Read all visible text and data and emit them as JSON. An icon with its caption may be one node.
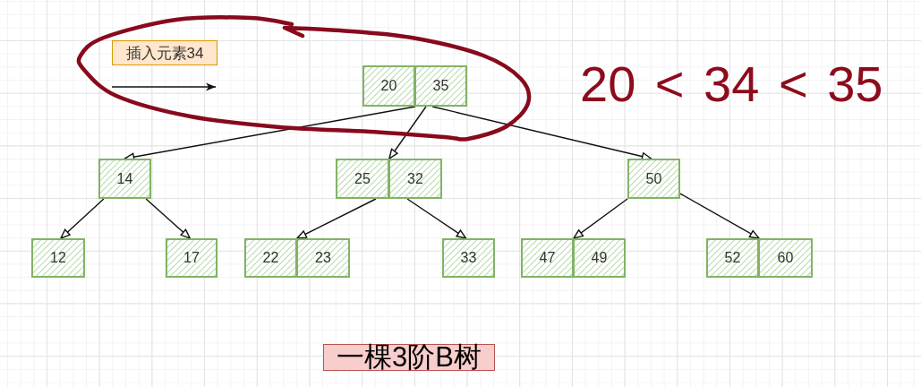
{
  "diagram": {
    "nodes": [
      {
        "text": [
          "插入元素34"
        ]
      },
      {
        "text": [
          "20"
        ]
      },
      {
        "text": [
          "35"
        ]
      },
      {
        "text": [
          "14"
        ]
      },
      {
        "text": [
          "25"
        ]
      },
      {
        "text": [
          "32"
        ]
      },
      {
        "text": [
          "50"
        ]
      },
      {
        "text": [
          "12"
        ]
      },
      {
        "text": [
          "17"
        ]
      },
      {
        "text": [
          "22"
        ]
      },
      {
        "text": [
          "23"
        ]
      },
      {
        "text": [
          "33"
        ]
      },
      {
        "text": [
          "47"
        ]
      },
      {
        "text": [
          "49"
        ]
      },
      {
        "text": [
          "52"
        ]
      },
      {
        "text": [
          "60"
        ]
      },
      {
        "text": [
          "一棵3阶B树"
        ]
      }
    ],
    "edges": [
      {
        "from": 1,
        "to": 3,
        "arrow": "to"
      },
      {
        "from": 2,
        "to": 4,
        "arrow": "to"
      },
      {
        "from": 2,
        "to": 6,
        "arrow": "to"
      },
      {
        "from": 3,
        "to": 7,
        "arrow": "to"
      },
      {
        "from": 3,
        "to": 8,
        "arrow": "to"
      },
      {
        "from": 4,
        "to": 9,
        "arrow": "to"
      },
      {
        "from": 5,
        "to": 11,
        "arrow": "to"
      },
      {
        "from": 6,
        "to": 12,
        "arrow": "to"
      },
      {
        "from": 6,
        "to": 14,
        "arrow": "to"
      }
    ],
    "labels": [
      "20 < 34 < 35"
    ]
  }
}
